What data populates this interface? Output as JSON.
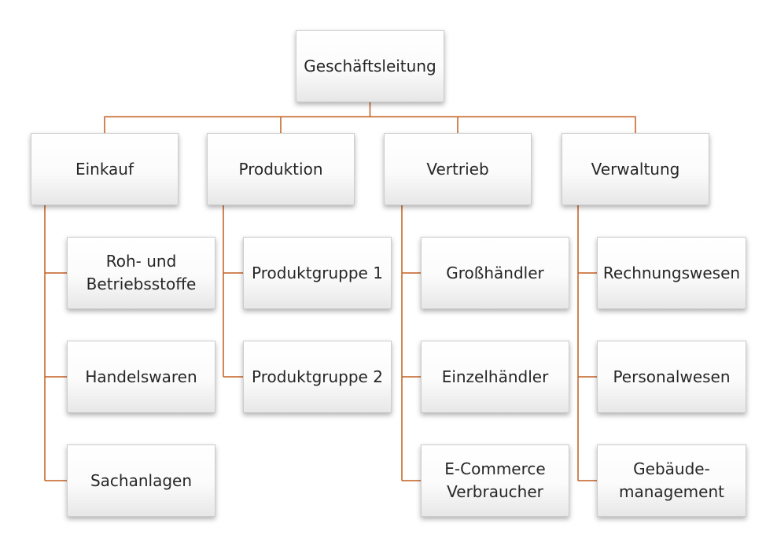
{
  "diagram": {
    "type": "org-chart",
    "root": {
      "label": "Geschäftsleitung"
    },
    "branches": [
      {
        "label": "Einkauf",
        "children": [
          {
            "label": "Roh- und Betriebsstoffe"
          },
          {
            "label": "Handelswaren"
          },
          {
            "label": "Sachanlagen"
          }
        ]
      },
      {
        "label": "Produktion",
        "children": [
          {
            "label": "Produktgruppe 1"
          },
          {
            "label": "Produktgruppe 2"
          }
        ]
      },
      {
        "label": "Vertrieb",
        "children": [
          {
            "label": "Großhändler"
          },
          {
            "label": "Einzelhändler"
          },
          {
            "label": "E-Commerce Verbraucher"
          }
        ]
      },
      {
        "label": "Verwaltung",
        "children": [
          {
            "label": "Rechnungswesen"
          },
          {
            "label": "Personalwesen"
          },
          {
            "label": "Gebäude-management"
          }
        ]
      }
    ],
    "colors": {
      "connector": "#C45F1F",
      "node_border": "#CCCCCC",
      "node_fill_top": "#FFFFFF",
      "node_fill_bottom": "#E7E7E7",
      "text": "#262626"
    }
  }
}
